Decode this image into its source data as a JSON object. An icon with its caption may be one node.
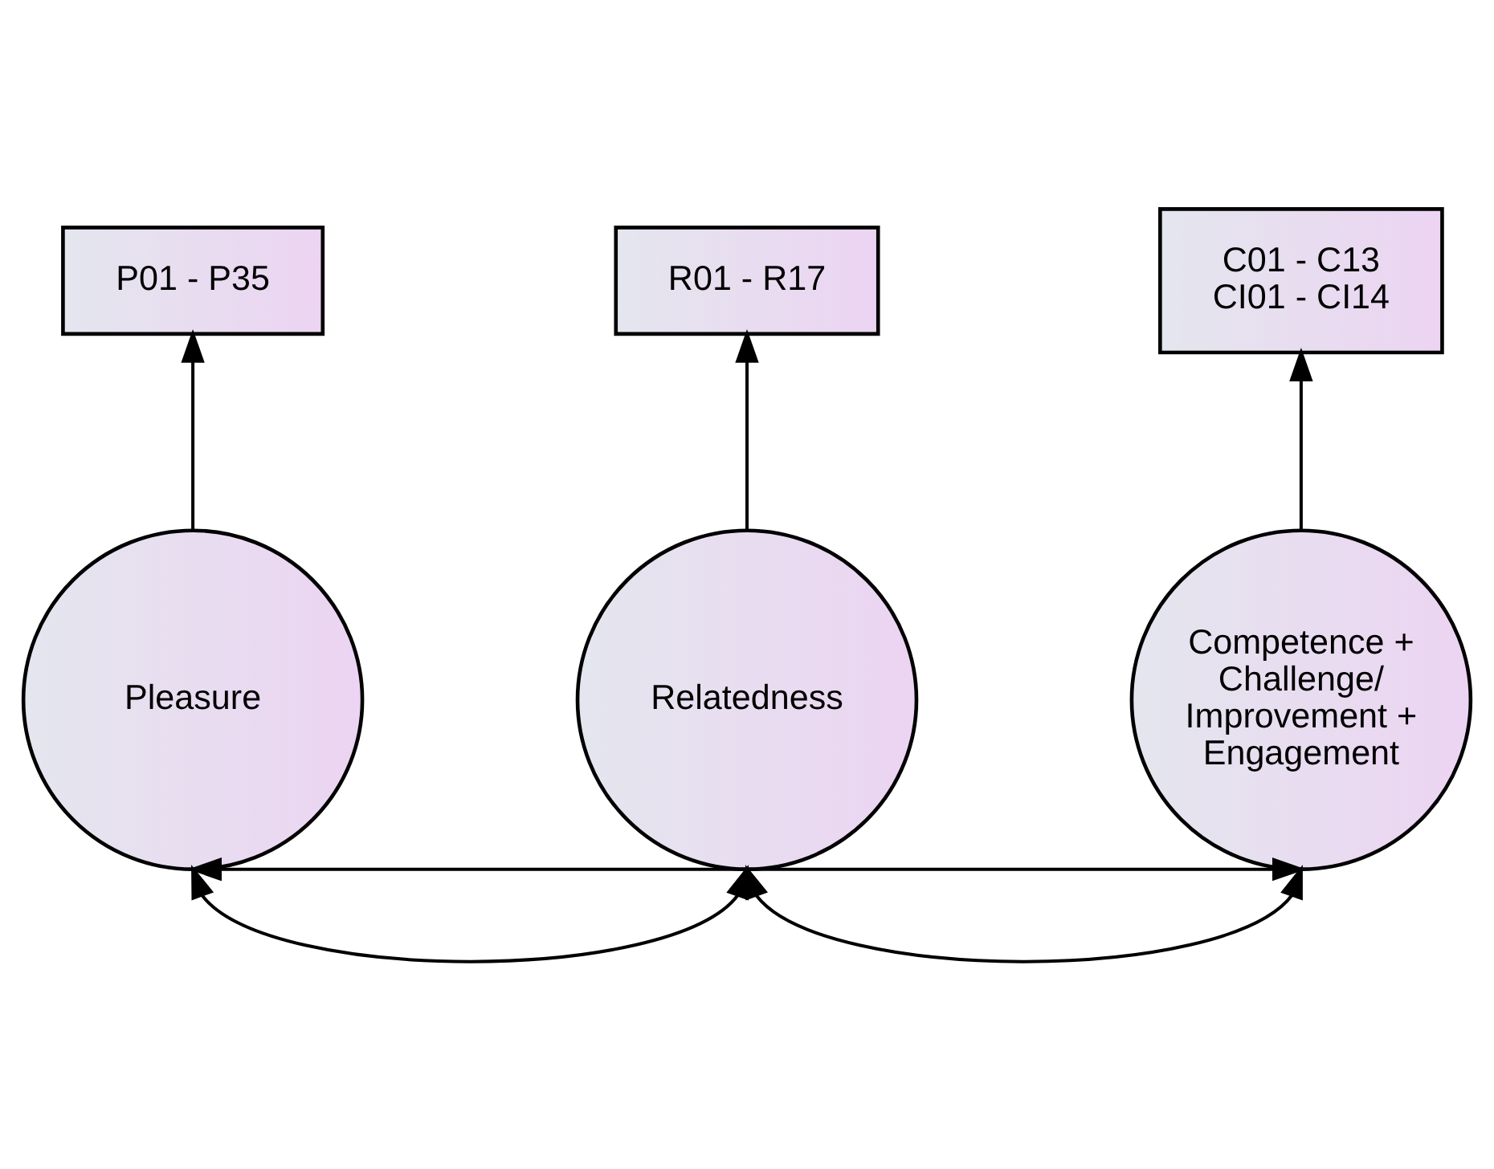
{
  "diagram": {
    "nodes": [
      {
        "text": [
          "P01 - P35"
        ]
      },
      {
        "text": [
          "R01 - R17"
        ]
      },
      {
        "text": [
          "C01 - C13",
          "CI01 - CI14"
        ]
      },
      {
        "text": [
          "Pleasure"
        ]
      },
      {
        "text": [
          "Relatedness"
        ]
      },
      {
        "text": [
          "Competence + Challenge/ Improvement + Engagement"
        ]
      }
    ],
    "edges": [
      {
        "from": 3,
        "to": 0,
        "arrow": "to"
      },
      {
        "from": 4,
        "to": 1,
        "arrow": "to"
      },
      {
        "from": 5,
        "to": 2,
        "arrow": "to"
      },
      {
        "from": 3,
        "to": 4,
        "arrow": "both"
      },
      {
        "from": 4,
        "to": 5,
        "arrow": "both"
      },
      {
        "from": 3,
        "to": 5,
        "arrow": "both"
      }
    ]
  }
}
